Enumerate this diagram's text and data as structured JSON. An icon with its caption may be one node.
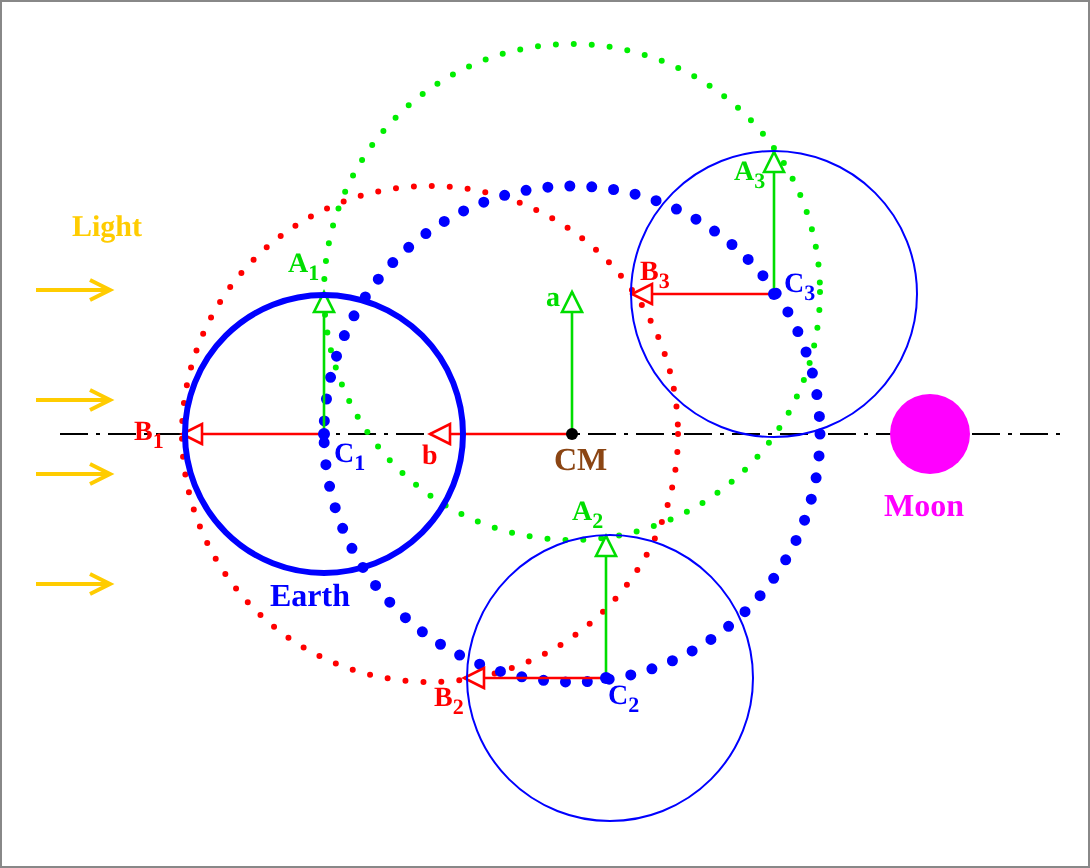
{
  "diagram": {
    "nodes": [
      {
        "text": [
          "Earth"
        ]
      },
      {
        "text": [],
        "shape": "circle"
      },
      {
        "text": [],
        "shape": "circle"
      },
      {
        "text": [
          "Moon"
        ]
      }
    ],
    "labels": [
      "Light",
      "A$_{3}$",
      "B$_{3}$",
      "C$_{3}$",
      "A$_{1}$",
      "a",
      "B$_{1}$",
      "C$_{1}$",
      "b",
      "CM",
      "A$_{2}$",
      "B$_{2}$",
      "C$_{2}$"
    ]
  }
}
